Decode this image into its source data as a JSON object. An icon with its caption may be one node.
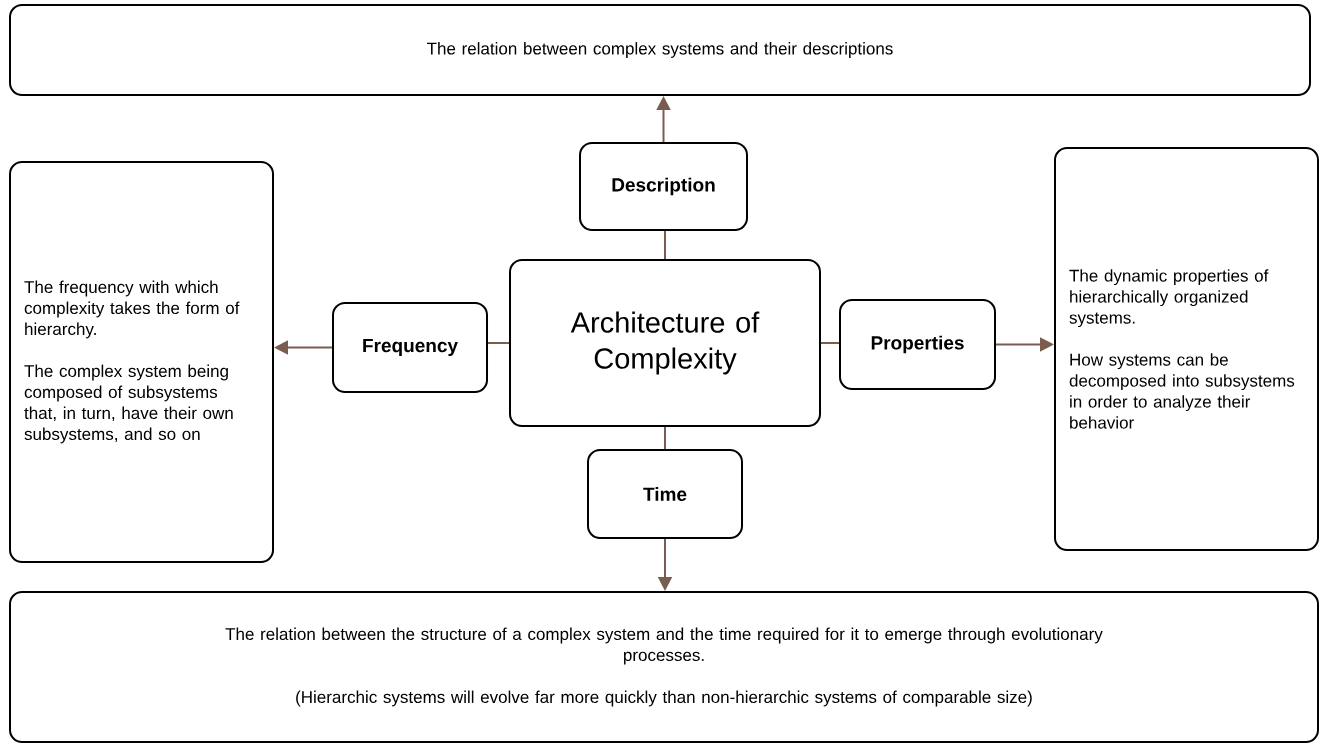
{
  "diagram": {
    "nodes": [
      {
        "text": [
          "The relation between complex systems and their descriptions"
        ]
      },
      {
        "text": [
          "Description"
        ]
      },
      {
        "text": [
          "The frequency with which complexity takes the form of hierarchy.",
          "The complex system being composed of subsystems that, in turn, have their own subsystems, and so on"
        ]
      },
      {
        "text": [
          "Frequency"
        ]
      },
      {
        "text": [
          "Architecture of Complexity"
        ]
      },
      {
        "text": [
          "Properties"
        ]
      },
      {
        "text": [
          "The dynamic properties of hierarchically organized systems.",
          "How systems can be decomposed into subsystems in order to analyze their behavior"
        ]
      },
      {
        "text": [
          "Time"
        ]
      },
      {
        "text": [
          "The relation between the structure of a complex system and the time required for it to emerge through evolutionary processes.",
          "(Hierarchic systems will evolve far more quickly than non-hierarchic systems of comparable size)"
        ]
      }
    ],
    "edges": [
      {
        "from": 4,
        "to": 1,
        "arrow": "none"
      },
      {
        "from": 1,
        "to": 0,
        "arrow": "to"
      },
      {
        "from": 4,
        "to": 3,
        "arrow": "none"
      },
      {
        "from": 3,
        "to": 2,
        "arrow": "to"
      },
      {
        "from": 4,
        "to": 5,
        "arrow": "none"
      },
      {
        "from": 5,
        "to": 6,
        "arrow": "to"
      },
      {
        "from": 4,
        "to": 7,
        "arrow": "none"
      },
      {
        "from": 7,
        "to": 8,
        "arrow": "to"
      }
    ]
  }
}
